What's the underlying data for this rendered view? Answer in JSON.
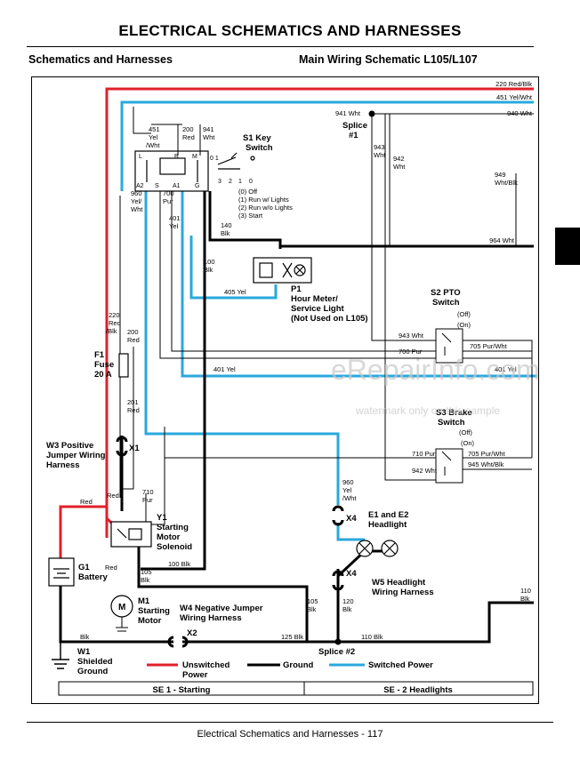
{
  "header": {
    "title": "ELECTRICAL   SCHEMATICS AND HARNESSES",
    "section": "Schematics and Harnesses",
    "diagram_title": "Main Wiring Schematic L105/L107"
  },
  "wires": {
    "w220_red_blk_top": "220 Red/Blk",
    "w451_yel_wht_top": "451 Yel/Wht",
    "w941_wht": "941 Wht",
    "w940_wht": "940 Wht",
    "w451_yel_wht": [
      "451",
      "Yel",
      "/Wht"
    ],
    "w200_red": [
      "200",
      "Red"
    ],
    "w941_wht_sw": [
      "941",
      "Wht"
    ],
    "w943_wht": [
      "943",
      "Wht"
    ],
    "w942_wht": [
      "942",
      "Wht"
    ],
    "w949_wht_blk": [
      "949",
      "Wht/Blk"
    ],
    "w960_yel_wht": [
      "960",
      "Yel/",
      "Wht"
    ],
    "w700_pur": [
      "700",
      "Pur"
    ],
    "w401_yel": [
      "401",
      "Yel"
    ],
    "w140_blk": [
      "140",
      "Blk"
    ],
    "w100_blk": [
      "100",
      "Blk"
    ],
    "w964_wht": "964 Wht",
    "w405_yel": "405 Yel",
    "w220_red_blk": [
      "220",
      "Red",
      "/Blk"
    ],
    "w200_red_f1": [
      "200",
      "Red"
    ],
    "w943_wht_pto": "943 Wht",
    "w700_pur_pto": "700 Pur",
    "w705_pur_wht_pto": "705 Pur/Wht",
    "w401_yel_mid": "401 Yel",
    "w401_yel_right": "401 Yel",
    "w201_red": [
      "201",
      "Red"
    ],
    "w710_pur_brake": "710 Pur",
    "w942_wht_brake": "942 Wht",
    "w705_pur_wht_brake": "705 Pur/Wht",
    "w945_wht_blk": "945 Wht/Blk",
    "w710_pur": [
      "710",
      "Pur"
    ],
    "w960_yel_wht_x4": [
      "960",
      "Yel",
      "/Wht"
    ],
    "w_red_w3": "Red",
    "w_red_g1": "Red",
    "w_red_sol": "Red",
    "w100_blk_sol": "100 Blk",
    "w105_blk": [
      "105",
      "Blk"
    ],
    "w105_blk_2": [
      "105",
      "Blk"
    ],
    "w120_blk": [
      "120",
      "Blk"
    ],
    "w110_blk_right": [
      "110",
      "Blk"
    ],
    "w125_blk": "125 Blk",
    "w110_blk": "110 Blk",
    "w_blk": "Blk"
  },
  "components": {
    "s1": [
      "S1 Key",
      "Switch"
    ],
    "s1_terms_top": [
      "L",
      "B",
      "M"
    ],
    "s1_terms_bottom": [
      "A2",
      "S",
      "A1",
      "G"
    ],
    "s1_positions_top": "0  1",
    "s1_positions_bottom": [
      "3",
      "2",
      "1",
      "0"
    ],
    "s1_legend": [
      "(0) Off",
      "(1) Run w/ Lights",
      "(2) Run w/o Lights",
      "(3) Start"
    ],
    "splice1": [
      "Splice",
      "#1"
    ],
    "p1": [
      "P1",
      "Hour Meter/",
      "Service Light",
      "(Not Used on L105)"
    ],
    "s2": [
      "S2 PTO",
      "Switch"
    ],
    "s2_off": "(Off)",
    "s2_on": "(On)",
    "f1": [
      "F1",
      "Fuse",
      "20 A"
    ],
    "s3": [
      "S3 Brake",
      "Switch"
    ],
    "s3_off": "(Off)",
    "s3_on": "(On)",
    "x1": "X1",
    "w3": [
      "W3 Positive",
      "Jumper Wiring",
      "Harness"
    ],
    "y1": [
      "Y1",
      "Starting",
      "Motor",
      "Solenoid"
    ],
    "x4_top": "X4",
    "x4_bottom": "X4",
    "e1e2": [
      "E1 and E2",
      "Headlight"
    ],
    "g1": [
      "G1",
      "Battery"
    ],
    "w5": [
      "W5 Headlight",
      "Wiring Harness"
    ],
    "m1": [
      "M1",
      "Starting",
      "Motor"
    ],
    "m1_symbol": "M",
    "w4": [
      "W4 Negative Jumper",
      "Wiring Harness"
    ],
    "x2": "X2",
    "w1": [
      "W1",
      "Shielded",
      "Ground"
    ],
    "splice2": "Splice #2"
  },
  "legend": {
    "unswitched": [
      "Unswitched",
      "Power"
    ],
    "ground": "Ground",
    "switched": "Switched Power"
  },
  "sections": {
    "se1": "SE 1 - Starting",
    "se2": "SE - 2 Headlights"
  },
  "colors": {
    "red": "#e0202a",
    "black": "#000000",
    "blue": "#2aa8dc"
  },
  "watermark": {
    "logo": "eRepairInfo.com",
    "note": "watermark only on this sample"
  },
  "footer": "Electrical   Schematics and Harnesses  - 117"
}
